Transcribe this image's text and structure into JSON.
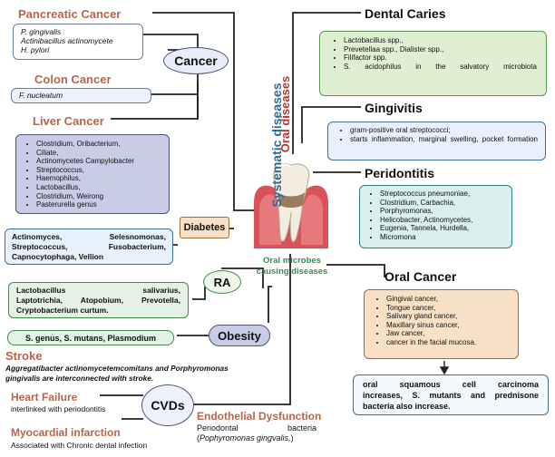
{
  "central": {
    "systematic_label": "Systematic diseases",
    "oral_label": "Oral diseases",
    "microbes_label": "Oral microbes causing diseases"
  },
  "pancreatic": {
    "title": "Pancreatic Cancer",
    "items": [
      "P. gingivalis",
      "Actinibacillus actinomycete",
      "H. pylori"
    ]
  },
  "colon": {
    "title": "Colon Cancer",
    "items": [
      "F. nucleatum"
    ]
  },
  "liver": {
    "title": "Liver Cancer",
    "items": [
      "Clostridium, Oribacterium,",
      "Ciliate,",
      "Actinomycetes Campylobacter",
      "Streptococcus,",
      "Haemophilus,",
      "Lactobacillus,",
      "Clostridium, Weirong",
      "Pasterurella genus"
    ]
  },
  "cancer_hub": "Cancer",
  "diabetes": {
    "title": "Diabetes",
    "lines": [
      "Actinomyces, Selesnomonas,",
      "Streptococcus, Fusobacterium,",
      "Capnocytophaga, Vellion"
    ]
  },
  "ra": {
    "title": "RA",
    "lines": [
      "Lactobacillus salivarius,",
      "Laptotrichia, Atopobium, Prevotella,",
      "Cryptobacterium curtum."
    ]
  },
  "obesity": {
    "title": "Obesity",
    "text": "S. genus, S. mutans,  Plasmodium"
  },
  "stroke": {
    "title": "Stroke",
    "text_lines": [
      "Aggregatibacter actinomycetemcomitans and Porphyromonas",
      "gingivalis are interconnected with stroke."
    ]
  },
  "heart_failure": {
    "title": "Heart Failure",
    "text": "interlinked with periodontitis"
  },
  "mi": {
    "title": "Myocardial infarction",
    "text": "Associated with Chronic dental infection"
  },
  "cvds_hub": "CVDs",
  "endothelial": {
    "title": "Endothelial Dysfunction",
    "line1": "Periodontal bacteria",
    "line2_pre": "(",
    "line2_italic": "Pophyromonas gingvalis,",
    "line2_post": ")"
  },
  "dental_caries": {
    "title": "Dental Caries",
    "items": [
      "Lactobacillus spp.,",
      "Prevetellaa spp., Dialister spp.,",
      "Filifactor spp.",
      "S. acidophilus in the salvatory microbiota"
    ]
  },
  "gingivitis": {
    "title": "Gingivitis",
    "items": [
      "gram-positive oral streptococci;",
      "starts inflammation, marginal swelling, pocket formation"
    ]
  },
  "periodontitis": {
    "title": "Peridontitis",
    "items": [
      "Streptococcus pneumoniae,",
      "Clostridium, Carbachia,",
      "Porphyromonas,",
      "Helicobacter, Actinomycetes,",
      "Eugenia, Tannela, Hurdella,",
      "Micromona"
    ]
  },
  "oral_cancer": {
    "title": "Oral Cancer",
    "items": [
      "Gingival cancer,",
      "Tongue cancer,",
      "Salivary gland cancer,",
      "Maxillary sinus cancer,",
      "Jaw cancer,",
      "cancer in the facial mucosa."
    ],
    "note_lines": [
      "oral squamous cell carcinoma",
      "increases, S. mutants and prednisone",
      "bacteria also increase."
    ]
  },
  "colors": {
    "brown_title": "#b8654a",
    "green_box": "#dff0d2",
    "blue_box": "#e8f1fb",
    "purple_box": "#c9cce6",
    "teal_box": "#d9efee",
    "orange_box": "#f7e0c6",
    "systematic_blue": "#2b6b9e",
    "oral_red": "#b5342b",
    "microbes_green": "#3f8a48"
  }
}
